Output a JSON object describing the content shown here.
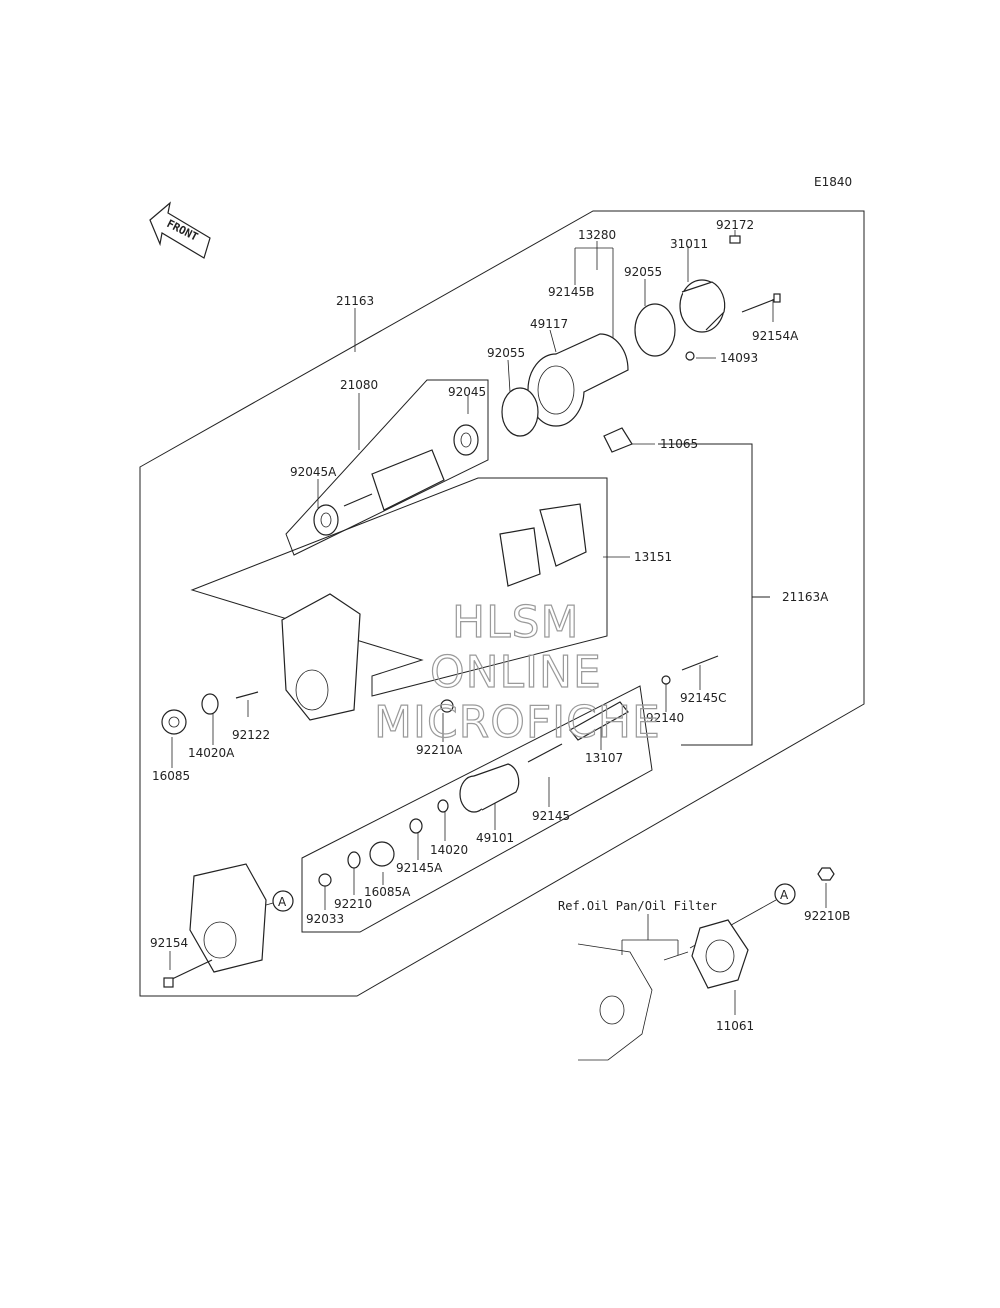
{
  "diagram_code": "E1840",
  "front_label": "FRONT",
  "callout_symbol": "A",
  "ref_note": "Ref.Oil Pan/Oil Filter",
  "watermark": [
    "HLSM",
    "ONLINE",
    "MICROFICHE"
  ],
  "parts": {
    "p21163": "21163",
    "p21163A": "21163A",
    "p21080": "21080",
    "p13280": "13280",
    "p92172": "92172",
    "p31011": "31011",
    "p92055_top": "92055",
    "p92145B": "92145B",
    "p92154A": "92154A",
    "p49117": "49117",
    "p92055_left": "92055",
    "p14093": "14093",
    "p92045": "92045",
    "p11065": "11065",
    "p92045A": "92045A",
    "p13151": "13151",
    "p92145C": "92145C",
    "p92140": "92140",
    "p13107": "13107",
    "p92122": "92122",
    "p14020A": "14020A",
    "p92210A": "92210A",
    "p16085": "16085",
    "p92145": "92145",
    "p49101": "49101",
    "p14020": "14020",
    "p92145A": "92145A",
    "p16085A": "16085A",
    "p92210": "92210",
    "p92033": "92033",
    "p92154": "92154",
    "p92210B": "92210B",
    "p11061": "11061"
  }
}
